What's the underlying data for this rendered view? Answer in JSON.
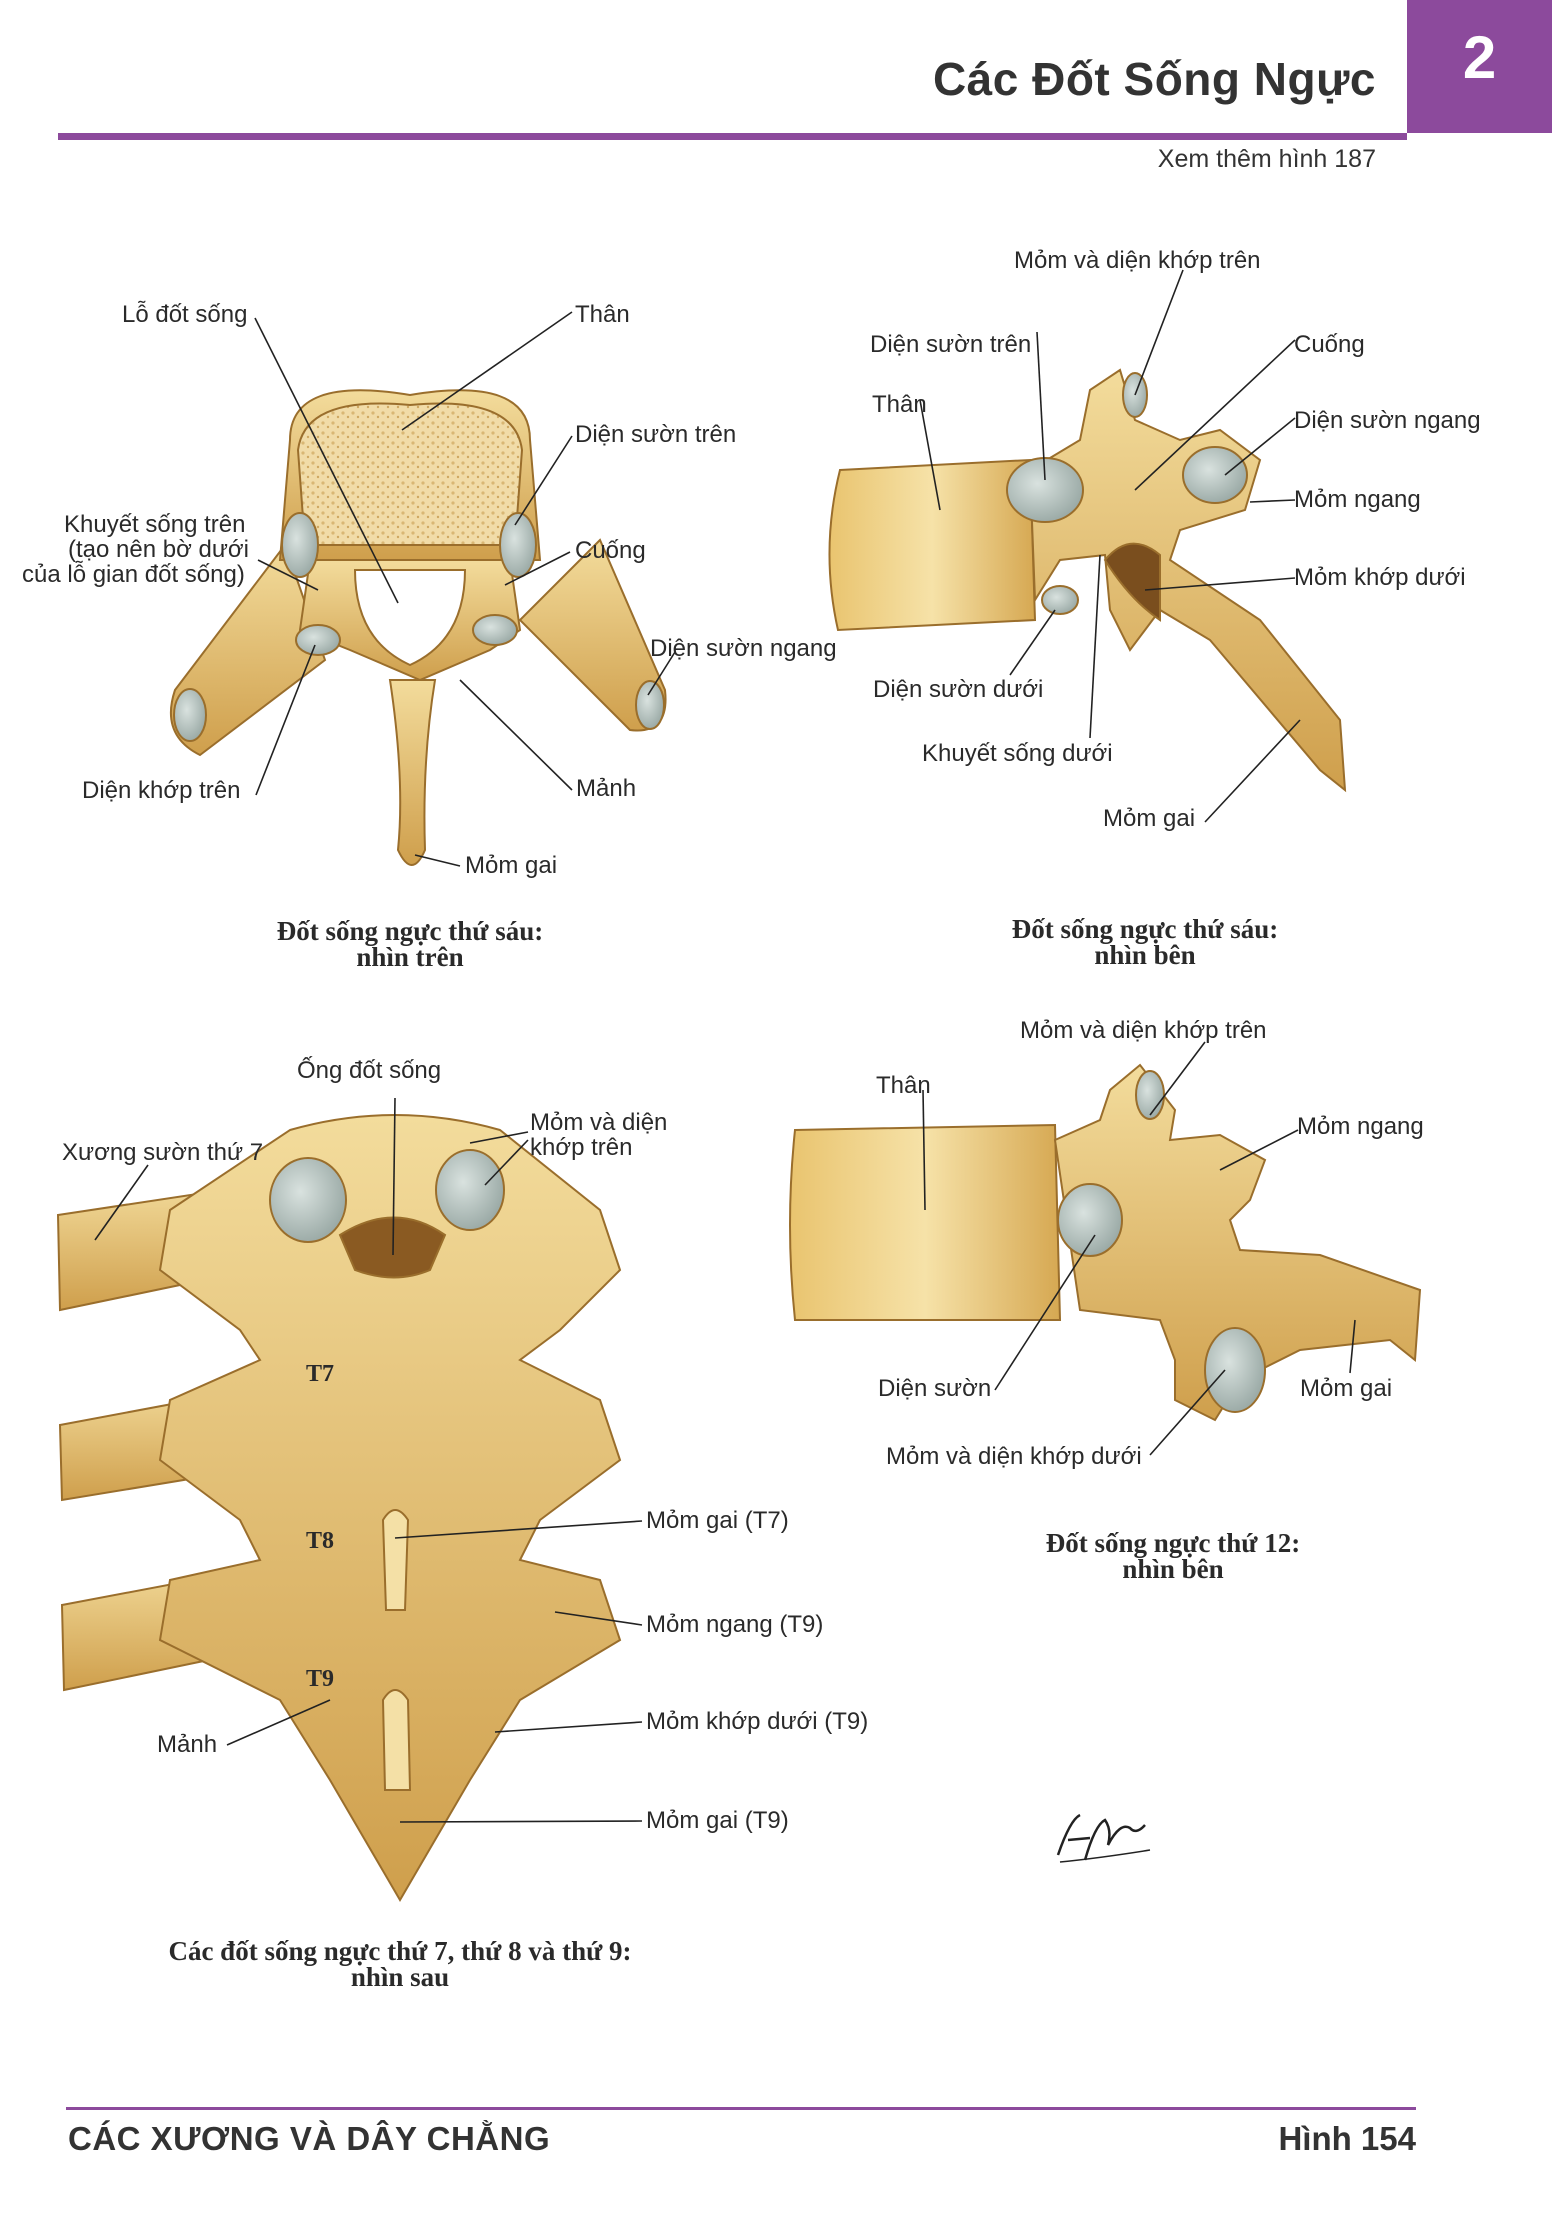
{
  "chapter_number": "2",
  "page_title": "Các Đốt Sống Ngực",
  "see_also": "Xem thêm hình 187",
  "colors": {
    "accent": "#8c4a9c",
    "bone": "#e8c77a",
    "bone_dark": "#b98a3a",
    "facet": "#b9c6c2"
  },
  "fig_superior": {
    "caption_line1": "Đốt sống ngực thứ sáu:",
    "caption_line2": "nhìn trên",
    "labels": {
      "vertebral_foramen": "Lỗ đốt sống",
      "body": "Thân",
      "superior_costal_facet": "Diện sườn trên",
      "superior_notch_1": "Khuyết sống trên",
      "superior_notch_2": "(tạo nên bờ dưới",
      "superior_notch_3": "của lỗ gian đốt sống)",
      "pedicle": "Cuống",
      "transverse_costal_facet": "Diện sườn ngang",
      "superior_articular_facet": "Diện khớp trên",
      "lamina": "Mảnh",
      "spinous_process": "Mỏm gai"
    }
  },
  "fig_lateral6": {
    "caption_line1": "Đốt sống ngực thứ sáu:",
    "caption_line2": "nhìn bên",
    "labels": {
      "superior_articular": "Mỏm và diện khớp trên",
      "superior_costal_facet": "Diện sườn trên",
      "body": "Thân",
      "pedicle": "Cuống",
      "transverse_costal_facet": "Diện sườn ngang",
      "transverse_process": "Mỏm ngang",
      "inferior_articular": "Mỏm khớp dưới",
      "inferior_costal_facet": "Diện sườn dưới",
      "inferior_notch": "Khuyết sống dưới",
      "spinous_process": "Mỏm gai"
    }
  },
  "fig_posterior": {
    "caption_line1": "Các đốt sống ngực thứ 7, thứ 8 và thứ 9:",
    "caption_line2": "nhìn sau",
    "labels": {
      "vertebral_canal": "Ống đốt sống",
      "rib7": "Xương sườn thứ 7",
      "superior_articular_1": "Mỏm và diện",
      "superior_articular_2": "khớp trên",
      "t7": "T7",
      "t8": "T8",
      "t9": "T9",
      "spinous_t7": "Mỏm gai (T7)",
      "transverse_t9": "Mỏm ngang (T9)",
      "inferior_articular_t9": "Mỏm khớp dưới (T9)",
      "lamina": "Mảnh",
      "spinous_t9": "Mỏm gai (T9)"
    }
  },
  "fig_lateral12": {
    "caption_line1": "Đốt sống ngực thứ 12:",
    "caption_line2": "nhìn bên",
    "labels": {
      "superior_articular": "Mỏm và diện khớp trên",
      "body": "Thân",
      "transverse_process": "Mỏm ngang",
      "costal_facet": "Diện sườn",
      "spinous_process": "Mỏm gai",
      "inferior_articular": "Mỏm và diện khớp dưới"
    }
  },
  "footer_left": "CÁC XƯƠNG VÀ DÂY CHẰNG",
  "footer_right": "Hình 154"
}
